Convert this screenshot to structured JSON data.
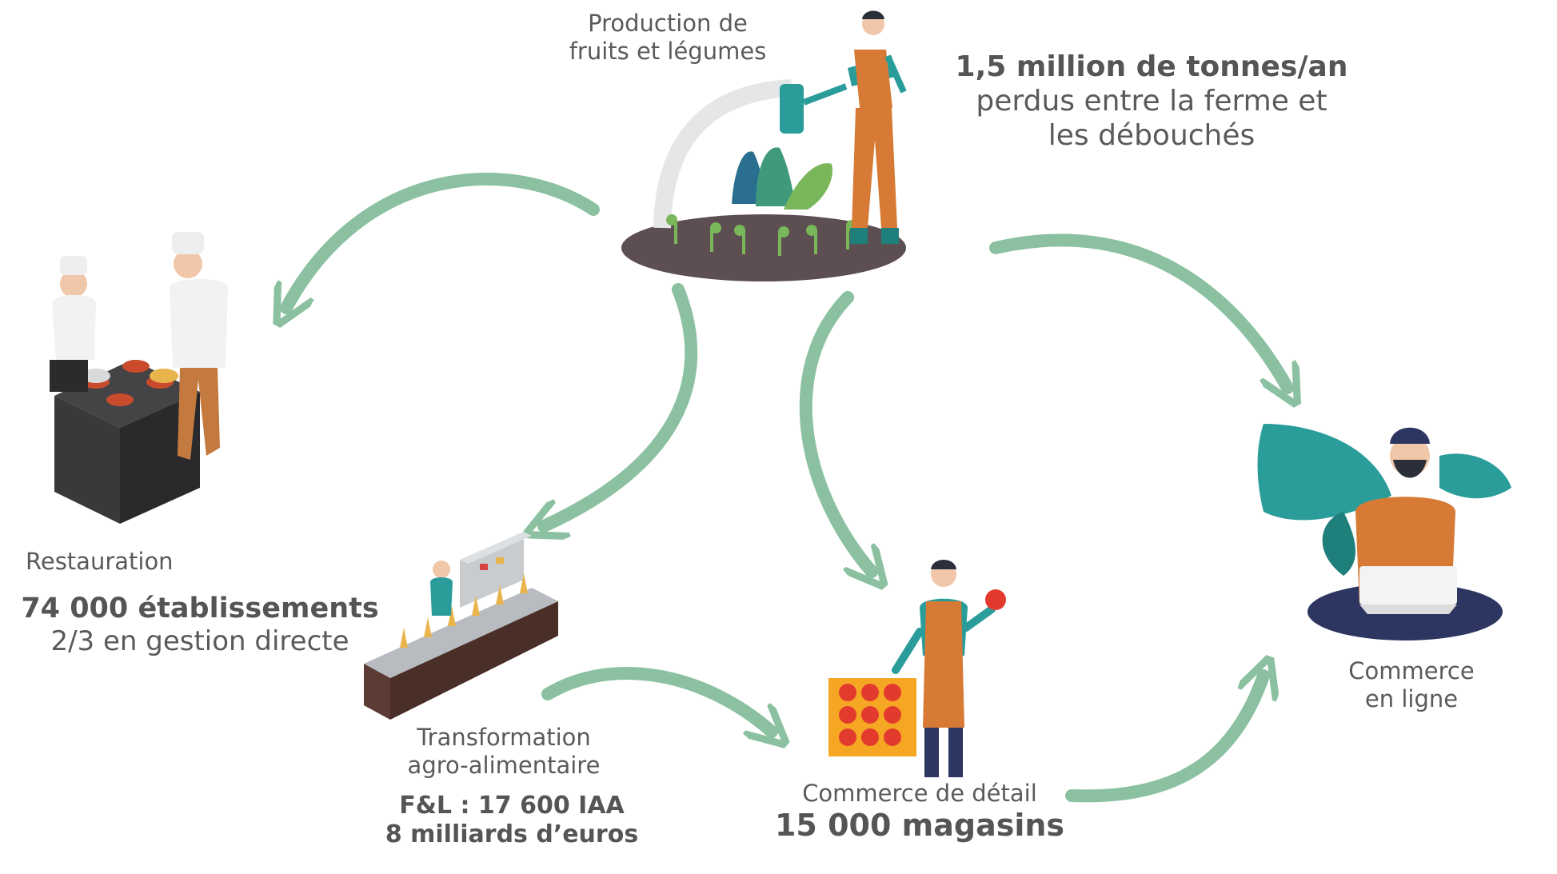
{
  "colors": {
    "arrow": "#8bc1a1",
    "soil": "#5d4f51",
    "teal": "#2a9d9b",
    "orange": "#d77a35",
    "brown": "#5b3b33",
    "navy": "#2d3561",
    "steel": "#b8bcc0"
  },
  "nodes": {
    "production": {
      "line1": "Production de",
      "line2": "fruits et légumes"
    },
    "losses": {
      "headline": "1,5 million de tonnes/an",
      "line2": "perdus entre la ferme et",
      "line3": "les débouchés"
    },
    "restauration": {
      "title": "Restauration",
      "stat": "74 000 établissements",
      "detail": "2/3 en gestion directe"
    },
    "transformation": {
      "line1": "Transformation",
      "line2": "agro-alimentaire",
      "stat1": "F&L : 17 600 IAA",
      "stat2": "8 milliards d’euros"
    },
    "detail_commerce": {
      "title": "Commerce de détail",
      "stat": "15 000 magasins"
    },
    "online": {
      "line1": "Commerce",
      "line2": "en ligne"
    }
  },
  "icons": {
    "farmer": "farmer-illustration-icon",
    "chefs": "chefs-kitchen-illustration-icon",
    "factory": "conveyor-factory-illustration-icon",
    "grocer": "grocer-apples-illustration-icon",
    "online_shopper": "online-shopper-laptop-illustration-icon"
  }
}
